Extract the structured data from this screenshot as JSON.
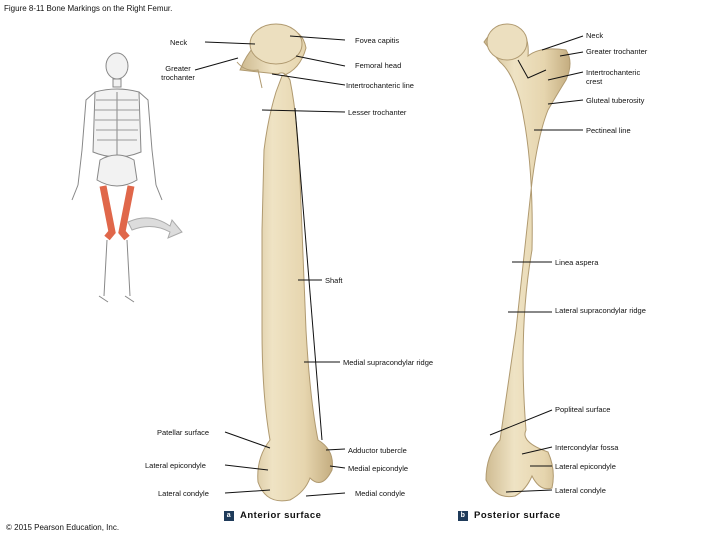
{
  "title": "Figure 8-11 Bone Markings on the Right Femur.",
  "copyright": "© 2015 Pearson Education, Inc.",
  "panel_a": {
    "letter": "a",
    "caption": "Anterior surface"
  },
  "panel_b": {
    "letter": "b",
    "caption": "Posterior surface"
  },
  "labels": {
    "neck_a": "Neck",
    "fovea_capitis": "Fovea capitis",
    "greater_trochanter_a": "Greater trochanter",
    "femoral_head": "Femoral head",
    "intertrochanteric_line": "Intertrochanteric line",
    "lesser_trochanter": "Lesser trochanter",
    "shaft": "Shaft",
    "medial_supracondylar_ridge": "Medial supracondylar ridge",
    "patellar_surface": "Patellar surface",
    "adductor_tubercle": "Adductor tubercle",
    "lateral_epicondyle_a": "Lateral epicondyle",
    "medial_epicondyle": "Medial epicondyle",
    "lateral_condyle_a": "Lateral condyle",
    "medial_condyle": "Medial condyle",
    "neck_b": "Neck",
    "greater_trochanter_b": "Greater trochanter",
    "intertrochanteric_crest": "Intertrochanteric crest",
    "gluteal_tuberosity": "Gluteal tuberosity",
    "pectineal_line": "Pectineal line",
    "linea_aspera": "Linea aspera",
    "lateral_supracondylar_ridge": "Lateral supracondylar ridge",
    "popliteal_surface": "Popliteal surface",
    "intercondylar_fossa": "Intercondylar fossa",
    "lateral_epicondyle_b": "Lateral epicondyle",
    "lateral_condyle_b": "Lateral condyle"
  },
  "colors": {
    "bone": "#e8d9b5",
    "bone_shadow": "#c9b488",
    "highlight_femur": "#e0674a",
    "badge": "#1f3b5a"
  }
}
